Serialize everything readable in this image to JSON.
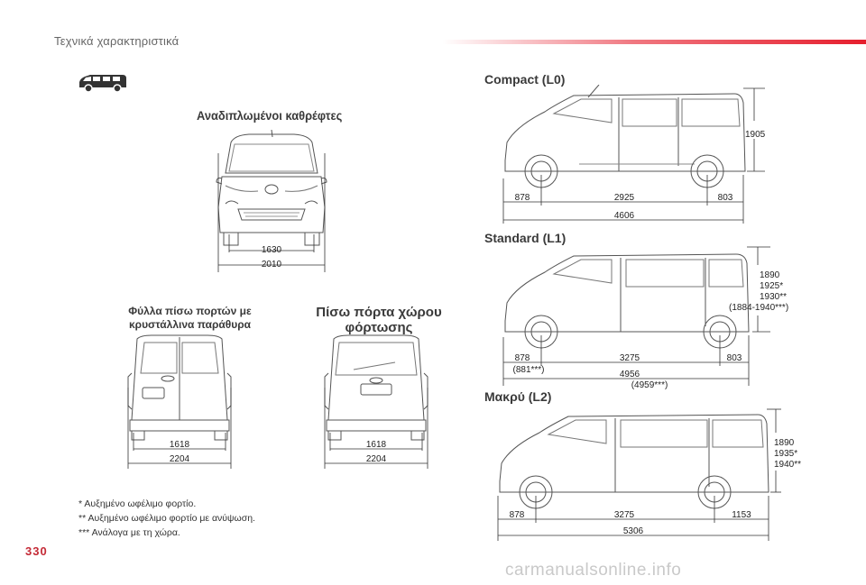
{
  "header": {
    "section_title": "Τεχνικά χαρακτηριστικά"
  },
  "footer": {
    "page_number": "330",
    "watermark": "carmanualsonline.info"
  },
  "icon": "van-side-icon",
  "front_view": {
    "title": "Αναδιπλωμένοι καθρέφτες",
    "dim_inner": "1630",
    "dim_outer": "2010"
  },
  "rear_view_glazed": {
    "title_line1": "Φύλλα πίσω πορτών με",
    "title_line2": "κρυστάλλινα παράθυρα",
    "dim_inner": "1618",
    "dim_outer": "2204"
  },
  "rear_view_tailgate": {
    "title_line1": "Πίσω πόρτα χώρου",
    "title_line2": "φόρτωσης",
    "dim_inner": "1618",
    "dim_outer": "2204"
  },
  "variants": [
    {
      "title": "Compact (L0)",
      "front_overhang": "878",
      "wheelbase": "2925",
      "rear_overhang": "803",
      "length": "4606",
      "height_lines": [
        "1905"
      ]
    },
    {
      "title": "Standard (L1)",
      "front_overhang": "878",
      "front_overhang_alt": "(881***)",
      "wheelbase": "3275",
      "rear_overhang": "803",
      "length": "4956",
      "length_alt": "(4959***)",
      "height_lines": [
        "1890",
        "1925*",
        "1930**",
        "(1884-1940***)"
      ]
    },
    {
      "title": "Μακρύ (L2)",
      "front_overhang": "878",
      "wheelbase": "3275",
      "rear_overhang": "1153",
      "length": "5306",
      "height_lines": [
        "1890",
        "1935*",
        "1940**"
      ]
    }
  ],
  "footnotes": [
    "* Αυξημένο ωφέλιμο φορτίο.",
    "** Αυξημένο ωφέλιμο φορτίο με ανύψωση.",
    "*** Ανάλογα με τη χώρα."
  ]
}
